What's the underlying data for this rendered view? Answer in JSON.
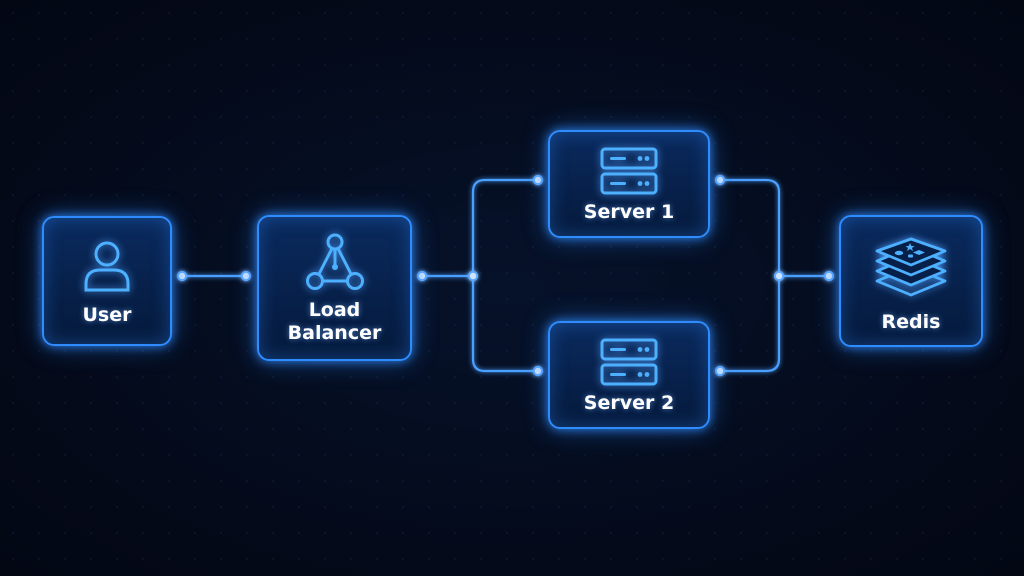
{
  "diagram": {
    "accent_color": "#2f8cff",
    "background_color": "#040a1a",
    "nodes": [
      {
        "id": "user",
        "label": "User",
        "icon": "user-icon"
      },
      {
        "id": "load-balancer",
        "label": "Load\nBalancer",
        "icon": "load-balancer-icon"
      },
      {
        "id": "server-1",
        "label": "Server 1",
        "icon": "server-icon"
      },
      {
        "id": "server-2",
        "label": "Server 2",
        "icon": "server-icon"
      },
      {
        "id": "redis",
        "label": "Redis",
        "icon": "redis-stack-icon"
      }
    ],
    "edges": [
      {
        "from": "user",
        "to": "load-balancer"
      },
      {
        "from": "load-balancer",
        "to": "server-1"
      },
      {
        "from": "load-balancer",
        "to": "server-2"
      },
      {
        "from": "server-1",
        "to": "redis"
      },
      {
        "from": "server-2",
        "to": "redis"
      }
    ]
  }
}
